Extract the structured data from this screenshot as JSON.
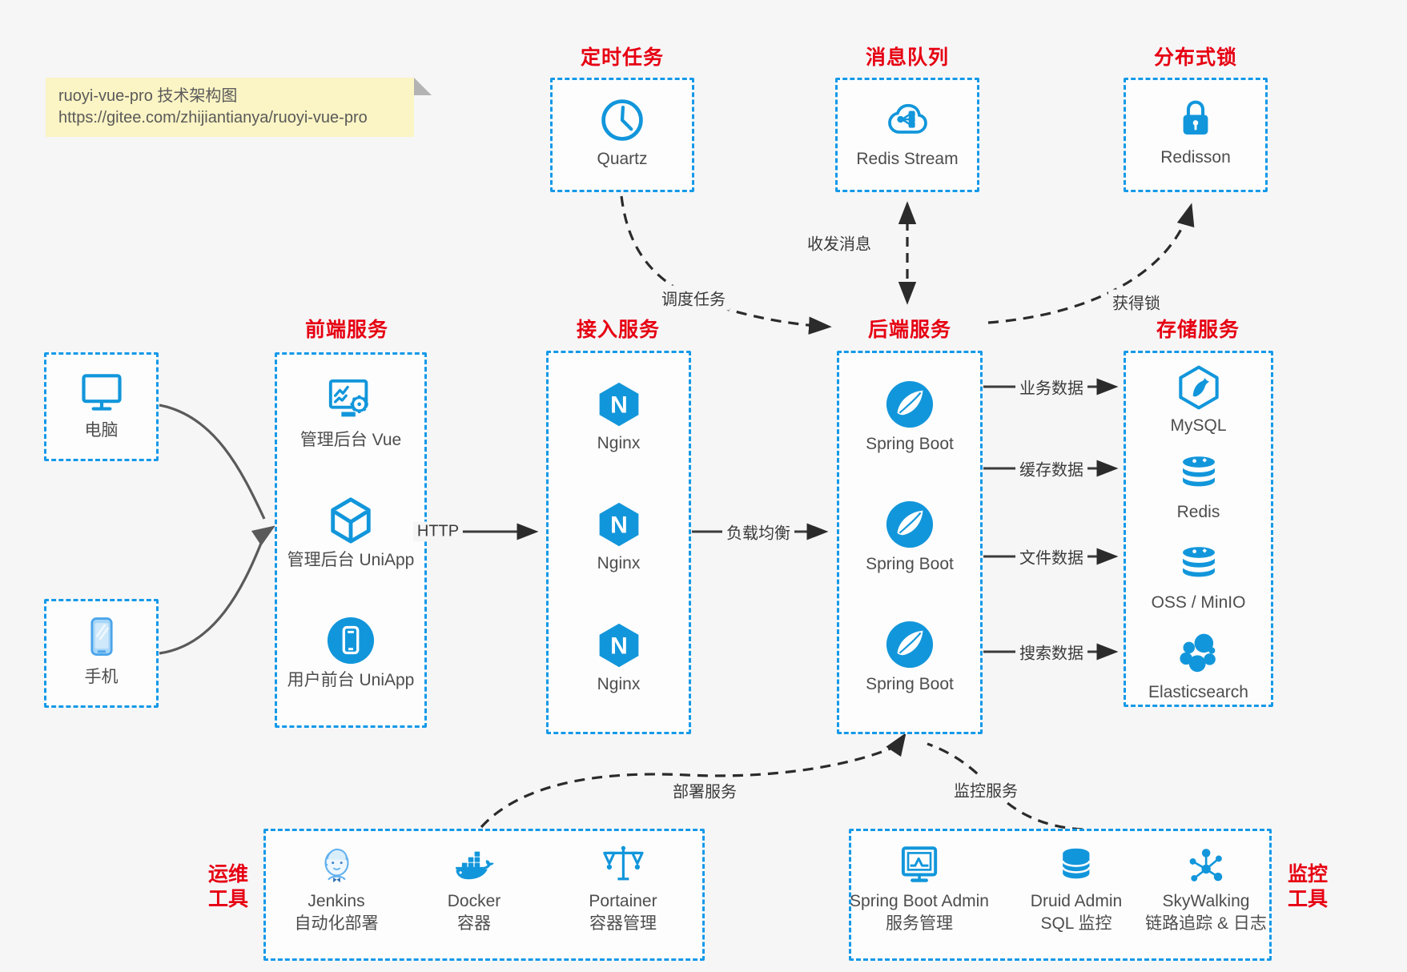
{
  "note": {
    "line1": "ruoyi-vue-pro 技术架构图",
    "line2": "https://gitee.com/zhijiantianya/ruoyi-vue-pro"
  },
  "top_groups": {
    "schedule": {
      "title": "定时任务",
      "item": "Quartz"
    },
    "queue": {
      "title": "消息队列",
      "item": "Redis Stream"
    },
    "lock": {
      "title": "分布式锁",
      "item": "Redisson"
    }
  },
  "clients": {
    "pc": {
      "label": "电脑"
    },
    "phone": {
      "label": "手机"
    }
  },
  "frontend": {
    "title": "前端服务",
    "items": [
      "管理后台 Vue",
      "管理后台 UniApp",
      "用户前台 UniApp"
    ]
  },
  "gateway": {
    "title": "接入服务",
    "items": [
      "Nginx",
      "Nginx",
      "Nginx"
    ]
  },
  "backend": {
    "title": "后端服务",
    "items": [
      "Spring Boot",
      "Spring Boot",
      "Spring Boot"
    ]
  },
  "storage": {
    "title": "存储服务",
    "items": [
      "MySQL",
      "Redis",
      "OSS / MinIO",
      "Elasticsearch"
    ]
  },
  "ops": {
    "title_line1": "运维",
    "title_line2": "工具",
    "items": [
      {
        "name": "Jenkins",
        "sub": "自动化部署"
      },
      {
        "name": "Docker",
        "sub": "容器"
      },
      {
        "name": "Portainer",
        "sub": "容器管理"
      }
    ]
  },
  "monitor": {
    "title_line1": "监控",
    "title_line2": "工具",
    "items": [
      {
        "name": "Spring Boot Admin",
        "sub": "服务管理"
      },
      {
        "name": "Druid Admin",
        "sub": "SQL 监控"
      },
      {
        "name": "SkyWalking",
        "sub": "链路追踪 & 日志"
      }
    ]
  },
  "edges": {
    "http": "HTTP",
    "load_balance": "负载均衡",
    "schedule_task": "调度任务",
    "send_receive_msg": "收发消息",
    "acquire_lock": "获得锁",
    "business_data": "业务数据",
    "cache_data": "缓存数据",
    "file_data": "文件数据",
    "search_data": "搜索数据",
    "deploy_service": "部署服务",
    "monitor_service": "监控服务"
  },
  "colors": {
    "blue": "#1296db",
    "red": "#e60012",
    "note_bg": "#fbf4c4"
  }
}
